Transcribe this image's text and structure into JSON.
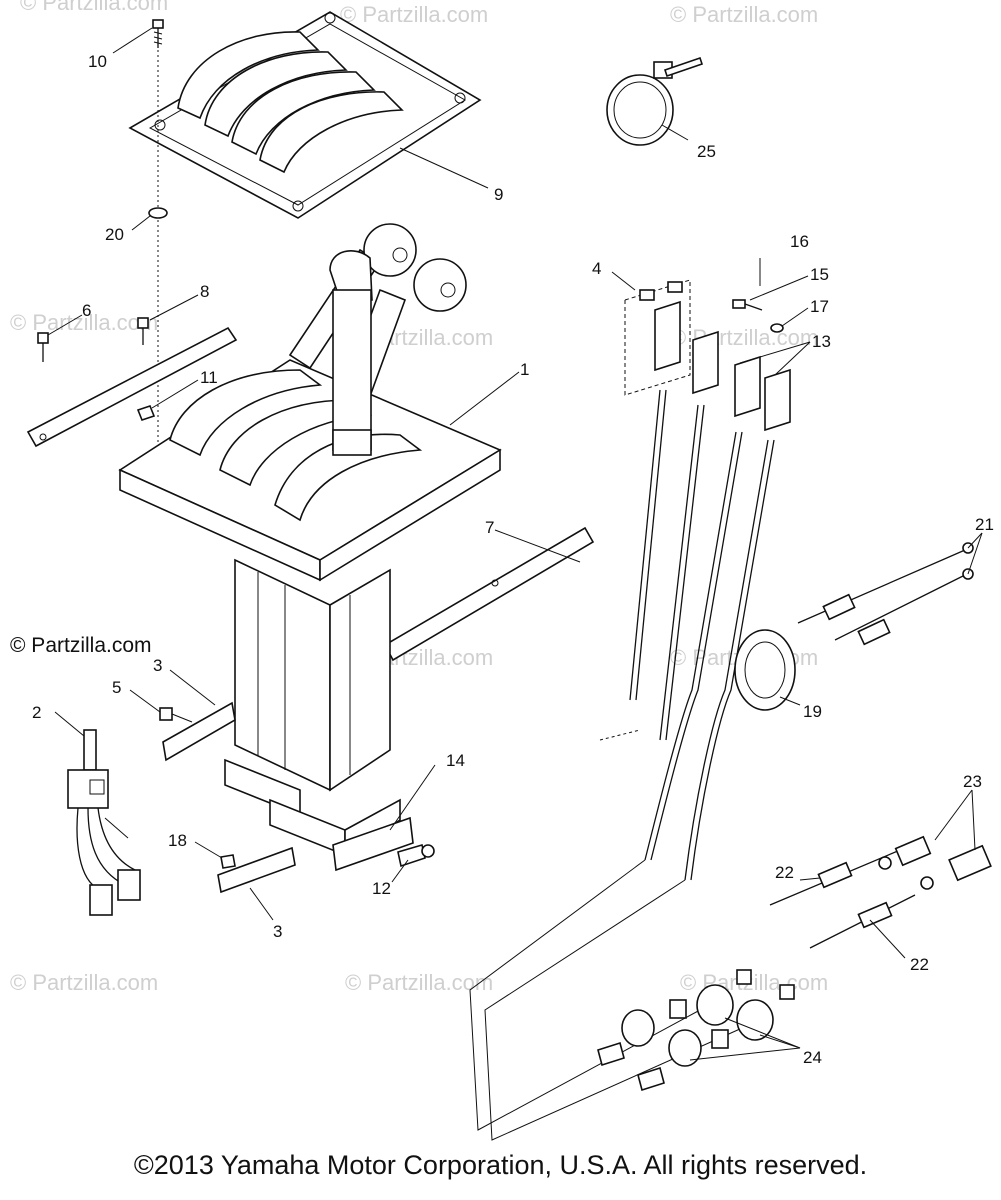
{
  "watermark_text": "© Partzilla.com",
  "prominent_watermark": "© Partzilla.com",
  "copyright": "©2013  Yamaha Motor Corporation, U.S.A. All rights reserved.",
  "callouts": [
    {
      "id": "callout-10",
      "label": "10"
    },
    {
      "id": "callout-9",
      "label": "9"
    },
    {
      "id": "callout-20",
      "label": "20"
    },
    {
      "id": "callout-8",
      "label": "8"
    },
    {
      "id": "callout-6",
      "label": "6"
    },
    {
      "id": "callout-11",
      "label": "11"
    },
    {
      "id": "callout-1",
      "label": "1"
    },
    {
      "id": "callout-7",
      "label": "7"
    },
    {
      "id": "callout-5",
      "label": "5"
    },
    {
      "id": "callout-3a",
      "label": "3"
    },
    {
      "id": "callout-2",
      "label": "2"
    },
    {
      "id": "callout-14",
      "label": "14"
    },
    {
      "id": "callout-18",
      "label": "18"
    },
    {
      "id": "callout-12",
      "label": "12"
    },
    {
      "id": "callout-3b",
      "label": "3"
    },
    {
      "id": "callout-25",
      "label": "25"
    },
    {
      "id": "callout-16",
      "label": "16"
    },
    {
      "id": "callout-4",
      "label": "4"
    },
    {
      "id": "callout-15",
      "label": "15"
    },
    {
      "id": "callout-17",
      "label": "17"
    },
    {
      "id": "callout-13",
      "label": "13"
    },
    {
      "id": "callout-21",
      "label": "21"
    },
    {
      "id": "callout-19",
      "label": "19"
    },
    {
      "id": "callout-23",
      "label": "23"
    },
    {
      "id": "callout-22a",
      "label": "22"
    },
    {
      "id": "callout-22b",
      "label": "22"
    },
    {
      "id": "callout-24",
      "label": "24"
    }
  ]
}
